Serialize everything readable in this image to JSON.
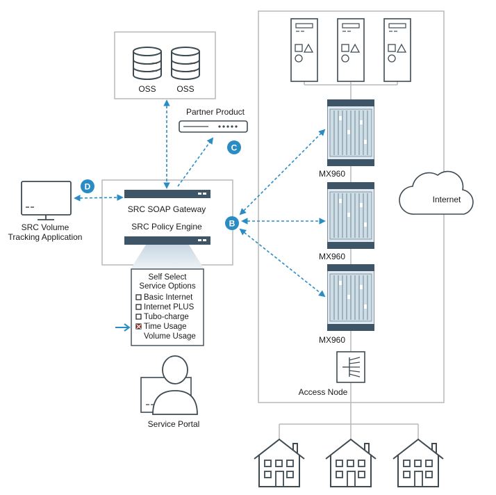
{
  "colors": {
    "accent": "#2b8cc4",
    "outline": "#b8b8b8",
    "device_dark": "#3d5566",
    "device_light": "#dfe9ef",
    "checkbox_selected": "#d64a3a"
  },
  "oss": {
    "db1_label": "OSS",
    "db2_label": "OSS"
  },
  "partner_product": {
    "label": "Partner Product",
    "badge": "C"
  },
  "src_volume": {
    "line1": "SRC Volume",
    "line2": "Tracking Application",
    "badge": "D"
  },
  "src_box": {
    "gateway_label": "SRC SOAP Gateway",
    "policy_label": "SRC Policy Engine",
    "badge": "B"
  },
  "self_select": {
    "title_line1": "Self Select",
    "title_line2": "Service Options",
    "options": [
      {
        "label": "Basic Internet",
        "selected": false,
        "checkbox": true
      },
      {
        "label": "Internet PLUS",
        "selected": false,
        "checkbox": true
      },
      {
        "label": "Tubo-charge",
        "selected": false,
        "checkbox": true
      },
      {
        "label": "Time Usage",
        "selected": true,
        "checkbox": true
      },
      {
        "label": "Volume Usage",
        "selected": false,
        "checkbox": false
      }
    ]
  },
  "service_portal": {
    "label": "Service Portal"
  },
  "routers": [
    {
      "label": "MX960"
    },
    {
      "label": "MX960"
    },
    {
      "label": "MX960"
    }
  ],
  "access_node": {
    "label": "Access Node"
  },
  "internet": {
    "label": "Internet"
  },
  "icons": [
    "database-icon",
    "server-rack-icon",
    "monitor-icon",
    "server-tower-icon",
    "router-chassis-icon",
    "cloud-icon",
    "user-icon",
    "house-icon",
    "access-node-icon",
    "arrow-right-icon"
  ]
}
